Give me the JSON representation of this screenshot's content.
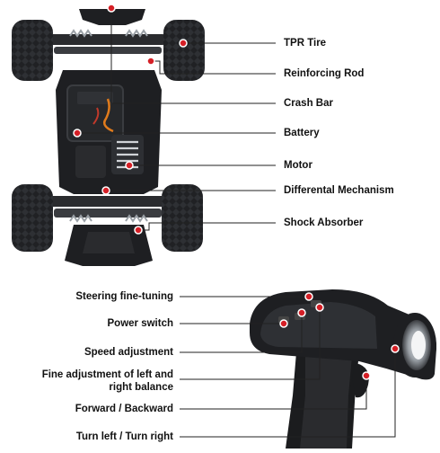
{
  "colors": {
    "leader_line": "#222222",
    "dot": "#d51f26",
    "dot_ring": "#ffffff",
    "body_dark": "#1e1f22",
    "body_mid": "#3a3c40",
    "tire": "#202124",
    "chrome": "#cfd2d6"
  },
  "car_labels": [
    {
      "text": "TPR Tire"
    },
    {
      "text": "Reinforcing Rod"
    },
    {
      "text": "Crash Bar"
    },
    {
      "text": "Battery"
    },
    {
      "text": "Motor"
    },
    {
      "text": "Differental Mechanism"
    },
    {
      "text": "Shock Absorber"
    }
  ],
  "remote_labels": [
    {
      "text": "Steering fine-tuning"
    },
    {
      "text": "Power switch"
    },
    {
      "text": "Speed adjustment"
    },
    {
      "text": "Fine adjustment of left and right balance"
    },
    {
      "text": "Forward / Backward"
    },
    {
      "text": "Turn left / Turn right"
    }
  ]
}
